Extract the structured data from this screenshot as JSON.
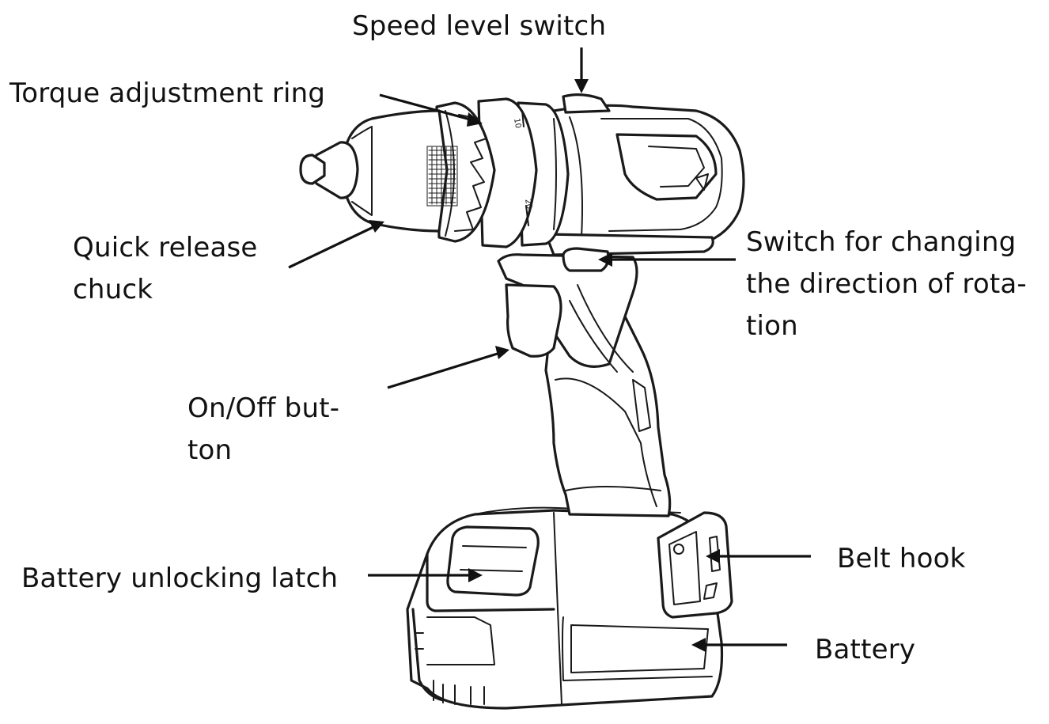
{
  "labels": {
    "speed_level_switch": "Speed level switch",
    "torque_adjustment_ring": "Torque adjustment ring",
    "quick_release_chuck": [
      "Quick release",
      "chuck"
    ],
    "switch_direction": [
      "Switch for changing",
      "the direction of rota-",
      "tion"
    ],
    "on_off_button": [
      "On/Off but-",
      "ton"
    ],
    "battery_unlocking_latch": "Battery unlocking latch",
    "belt_hook": "Belt hook",
    "battery": "Battery"
  },
  "colors": {
    "ink": "#111111",
    "background": "#ffffff"
  }
}
